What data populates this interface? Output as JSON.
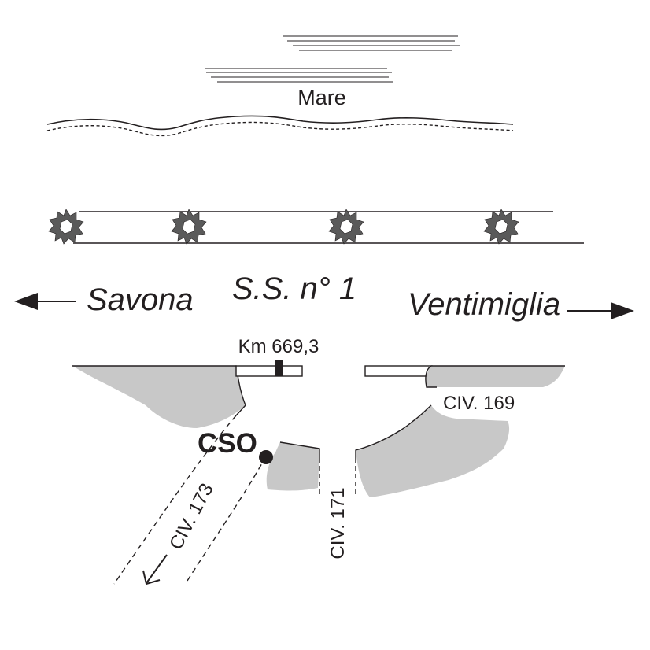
{
  "labels": {
    "sea": "Mare",
    "road": "S.S. n° 1",
    "west": "Savona",
    "east": "Ventimiglia",
    "km": "Km 669,3",
    "cso": "CSO",
    "civ169": "CIV. 169",
    "civ171": "CIV. 171",
    "civ173": "CIV. 173"
  },
  "colors": {
    "ink": "#231f20",
    "building": "#c8c8c8",
    "trees": "#5a5a5a"
  },
  "icons": {
    "tree": "tree-icon",
    "location": "location-dot-icon",
    "arrow": "arrow-icon"
  }
}
